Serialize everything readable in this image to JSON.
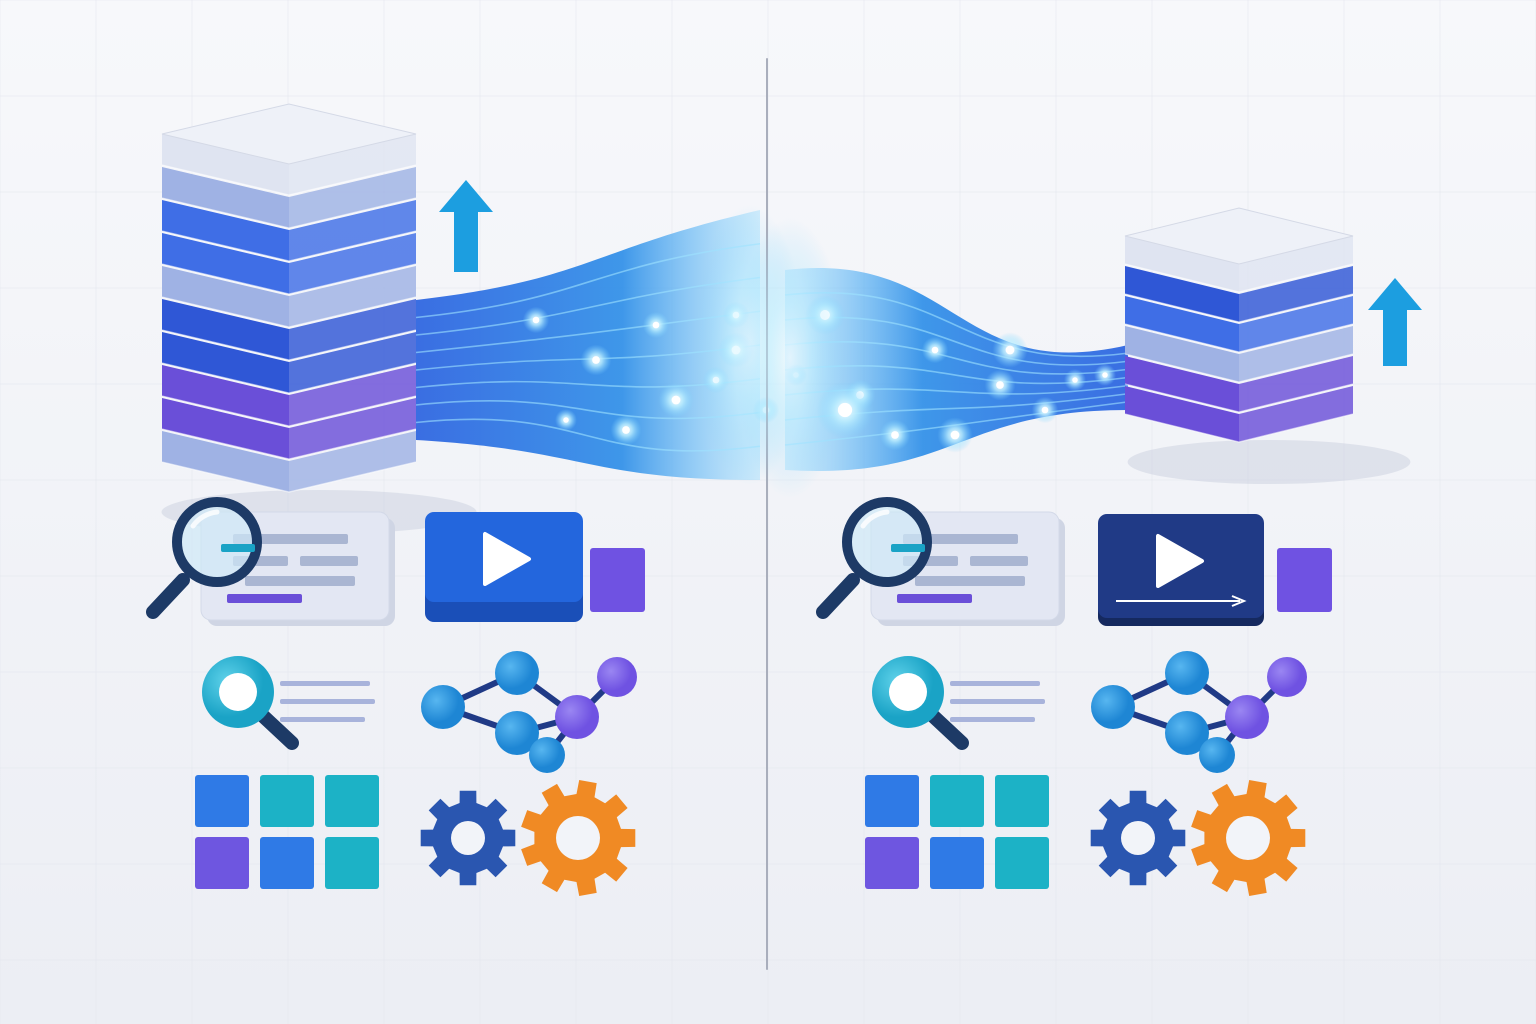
{
  "colors": {
    "background_top": "#f7f8fb",
    "background_bottom": "#eceef4",
    "grid_line": "#e3e6ee",
    "divider": "#a9aebc",
    "layer_white": "#dfe4f1",
    "layer_light_blue": "#9fb2e4",
    "layer_blue": "#3f6ee6",
    "layer_deep_blue": "#2f57d6",
    "layer_violet": "#6a4fd8",
    "arrow_cyan": "#1c9ee0",
    "stream_light": "#7fd4ff",
    "stream_blue": "#2a62e0",
    "glow_white": "#ffffff",
    "video_blue": "#2366dd",
    "video_navy": "#203a86",
    "square_violet": "#6f52e2",
    "doc_card": "#e3e7f3",
    "doc_line": "#aab6d2",
    "doc_accent_violet": "#6a4fd8",
    "magnifier_navy": "#1d3a66",
    "search_teal": "#1aa3c6",
    "node_blue": "#1e86d4",
    "node_violet": "#6f52e2",
    "tile_blue": "#2f7ae6",
    "tile_teal": "#1cb2c6",
    "tile_violet": "#6e56e0",
    "gear_blue": "#2a56b0",
    "gear_orange": "#f08a24"
  },
  "panels": [
    {
      "id": "left",
      "stack_layers": 10,
      "stream_direction": "outgoing",
      "video_has_progress_arrow": false,
      "icons": [
        "layer-stack-icon",
        "up-arrow-icon",
        "data-stream-icon",
        "document-search-icon",
        "video-play-icon",
        "square-icon",
        "search-list-icon",
        "network-graph-icon",
        "tile-grid-icon",
        "gears-icon"
      ]
    },
    {
      "id": "right",
      "stack_layers": 6,
      "stream_direction": "incoming",
      "video_has_progress_arrow": true,
      "icons": [
        "layer-stack-icon",
        "up-arrow-icon",
        "data-stream-icon",
        "document-search-icon",
        "video-play-icon",
        "square-icon",
        "search-list-icon",
        "network-graph-icon",
        "tile-grid-icon",
        "gears-icon"
      ]
    }
  ]
}
